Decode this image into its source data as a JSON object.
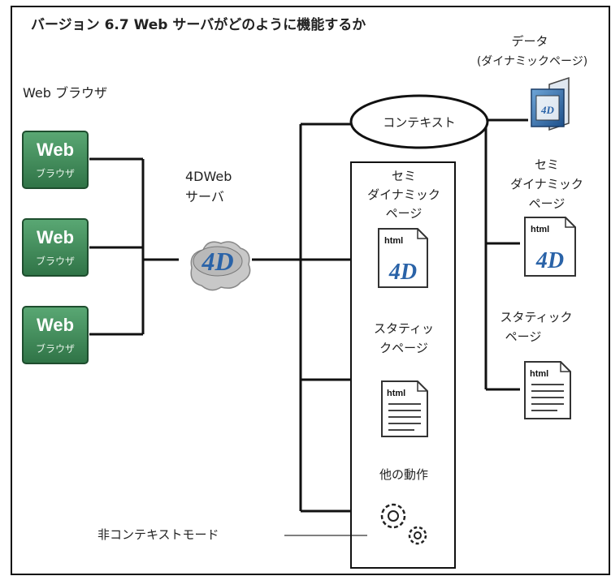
{
  "title": "バージョン 6.7 Web サーバがどのように機能するか",
  "labels": {
    "web_browser_heading": "Web ブラウザ",
    "server": [
      "4DWeb",
      "サーバ"
    ],
    "context": "コンテキスト",
    "data_dynamic": [
      "データ",
      "(ダイナミックページ)"
    ],
    "semi_dynamic_inner": [
      "セミ",
      "ダイナミック",
      "ページ"
    ],
    "semi_dynamic_right": [
      "セミ",
      "ダイナミック",
      "ページ"
    ],
    "static_inner": [
      "スタティッ",
      "クページ"
    ],
    "static_right": [
      "スタティック",
      "ページ"
    ],
    "other_action": "他の動作",
    "non_context_mode": "非コンテキストモード"
  },
  "browser_box": {
    "top_label": "Web",
    "bottom_label": "ブラウザ",
    "count": 3,
    "color": "#3f8f58"
  },
  "doc_icon": {
    "html": "html",
    "html_mini": "html",
    "logo": "4D"
  },
  "server_logo": "4D"
}
